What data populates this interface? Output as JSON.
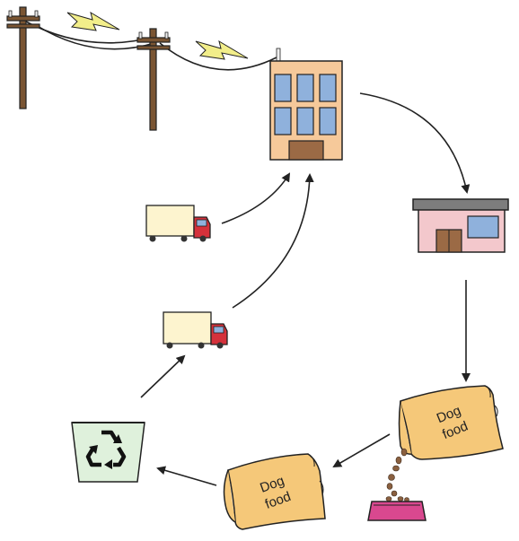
{
  "diagram": {
    "bag_label_top_line1": "Dog",
    "bag_label_top_line2": "food",
    "bag_label_bottom_line1": "Dog",
    "bag_label_bottom_line2": "food"
  },
  "colors": {
    "pole": "#7a5533",
    "bolt": "#f2ee8a",
    "factory_wall": "#f6c99a",
    "window": "#8fb1dc",
    "door": "#9b6a45",
    "shop_wall": "#f3c8cc",
    "shop_roof": "#7d7d7d",
    "bag": "#f5c879",
    "truck_box": "#fdf4cf",
    "truck_cab": "#d4313b",
    "bin": "#dff1dc",
    "bowl": "#d9488f",
    "kibble": "#8a6040"
  },
  "icons": [
    "power-pole-icon",
    "lightning-icon",
    "factory-icon",
    "shop-icon",
    "dog-food-bag-icon",
    "pet-bowl-icon",
    "recycle-bin-icon",
    "truck-icon"
  ]
}
